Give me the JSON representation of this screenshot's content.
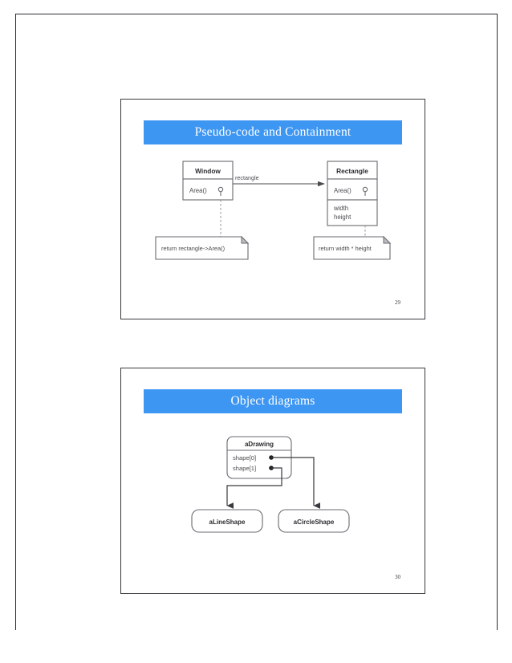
{
  "document": {
    "type": "lecture-slide-handout",
    "slides": [
      {
        "number": "29",
        "title": "Pseudo-code and Containment",
        "diagram": {
          "kind": "uml-class-diagram",
          "classes": [
            {
              "name": "Window",
              "operations": [
                "Area()"
              ],
              "attributes": []
            },
            {
              "name": "Rectangle",
              "operations": [
                "Area()"
              ],
              "attributes": [
                "width",
                "height"
              ]
            }
          ],
          "association": {
            "label": "rectangle",
            "from": "Window",
            "to": "Rectangle",
            "arrow": "filled-arrowhead"
          },
          "notes": [
            {
              "text": "return rectangle->Area()",
              "anchored_to": "Window.Area()"
            },
            {
              "text": "return width * height",
              "anchored_to": "Rectangle.Area()"
            }
          ]
        }
      },
      {
        "number": "30",
        "title": "Object diagrams",
        "diagram": {
          "kind": "uml-object-diagram",
          "objects": [
            {
              "name": "aDrawing",
              "slots": [
                "shape[0]",
                "shape[1]"
              ]
            },
            {
              "name": "aLineShape",
              "slots": []
            },
            {
              "name": "aCircleShape",
              "slots": []
            }
          ],
          "links": [
            {
              "from": "shape[0]",
              "to": "aCircleShape"
            },
            {
              "from": "shape[1]",
              "to": "aLineShape"
            }
          ]
        }
      }
    ]
  },
  "colors": {
    "title_bar": "#3d96f2",
    "title_text": "#ffffff",
    "frame_border": "#3a3a3f",
    "diagram_line": "#6a6a70",
    "diagram_text": "#4a4a4f"
  }
}
